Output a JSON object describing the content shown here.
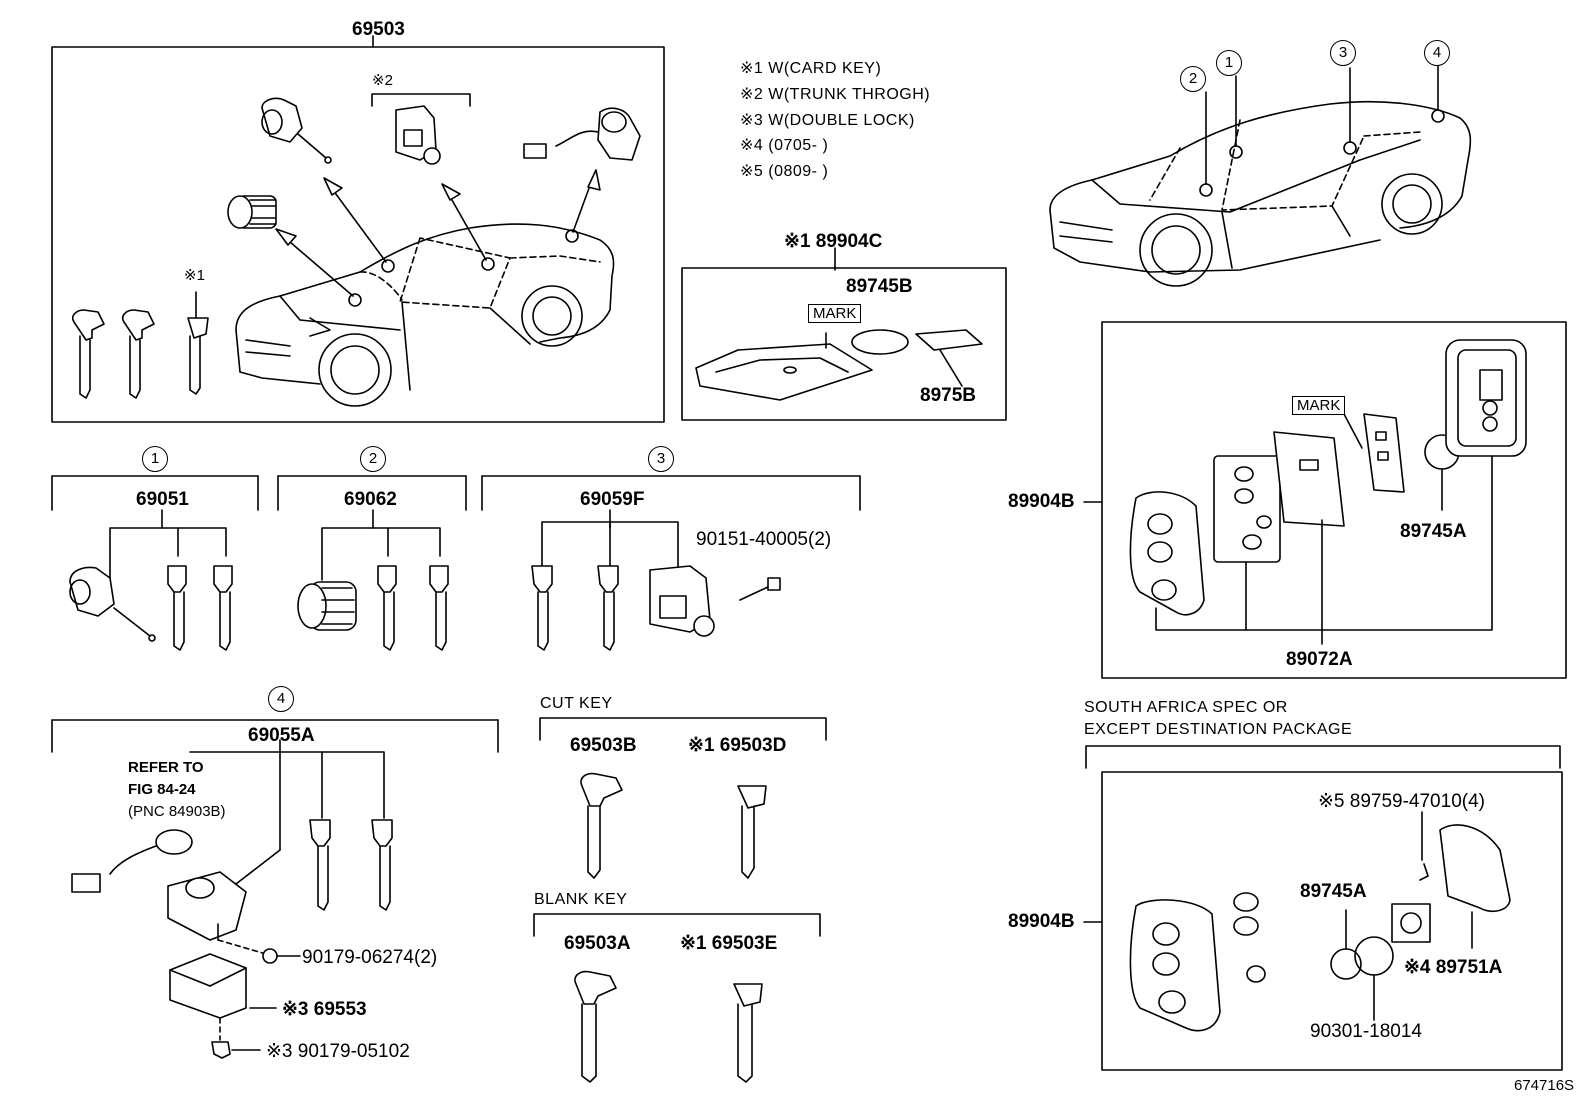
{
  "diagram_id": "674716S",
  "notes": [
    "※1 W(CARD KEY)",
    "※2 W(TRUNK THROGH)",
    "※3 W(DOUBLE LOCK)",
    "※4 (0705-    )",
    "※5 (0809-    )"
  ],
  "callout_numbers": [
    "1",
    "2",
    "3",
    "4"
  ],
  "parts": {
    "p69503": "69503",
    "mark1": "※1",
    "mark2": "※2",
    "p89904C": "※1 89904C",
    "p89745B": "89745B",
    "mark_label": "MARK",
    "p8975B": "8975B",
    "p69051": "69051",
    "p69062": "69062",
    "p69059F": "69059F",
    "p90151": "90151-40005(2)",
    "p69055A": "69055A",
    "refer_line1": "REFER TO",
    "refer_line2": "FIG 84-24",
    "refer_line3": "(PNC 84903B)",
    "p90179_06274": "90179-06274(2)",
    "p69553": "※3  69553",
    "p90179_05102": "※3  90179-05102",
    "cut_key": "CUT KEY",
    "p69503B": "69503B",
    "p69503D": "※1 69503D",
    "blank_key": "BLANK KEY",
    "p69503A": "69503A",
    "p69503E": "※1 69503E",
    "p89904B_top": "89904B",
    "p89745A_top": "89745A",
    "p89072A": "89072A",
    "mark_label2": "MARK",
    "sa_line1": "SOUTH AFRICA SPEC OR",
    "sa_line2": "EXCEPT DESTINATION PACKAGE",
    "p89904B_bottom": "89904B",
    "p89759": "※5  89759-47010(4)",
    "p89745A_bottom": "89745A",
    "p89751A": "※4  89751A",
    "p90301": "90301-18014"
  }
}
